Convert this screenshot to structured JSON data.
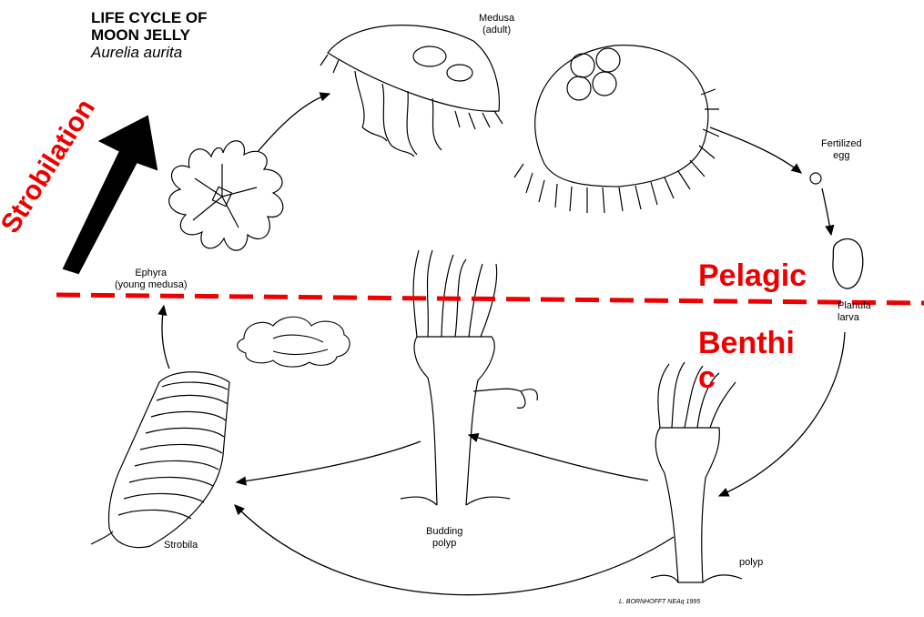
{
  "title": {
    "line1": "LIFE CYCLE OF",
    "line2": "MOON JELLY",
    "scientific_name": "Aurelia aurita"
  },
  "stages": {
    "medusa": "Medusa",
    "medusa_note": "(adult)",
    "fertilized": "Fertilized",
    "egg": "egg",
    "planula": "Planula",
    "larva": "larva",
    "polyp": "polyp",
    "budding": "Budding",
    "budding_polyp": "polyp",
    "strobila": "Strobila",
    "ephyra": "Ephyra",
    "ephyra_note": "(young medusa)"
  },
  "overlay": {
    "strobilation": "Strobilation",
    "pelagic": "Pelagic",
    "benthic_line1": "Benthi",
    "benthic_line2": "c",
    "accent_color": "#ee0000"
  },
  "credit": "L. BORNHOFFT  NEAq 1995"
}
